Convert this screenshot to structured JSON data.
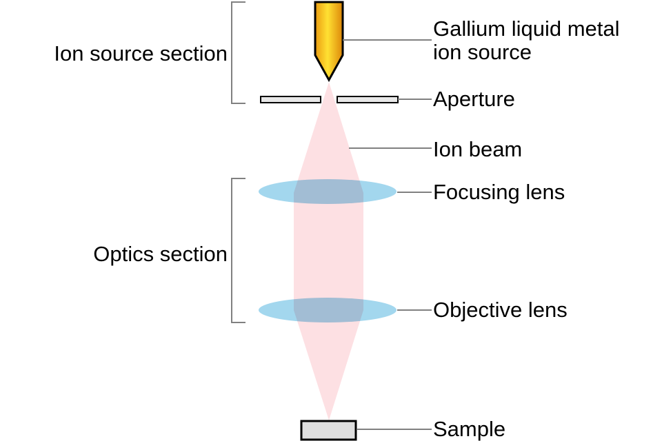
{
  "diagram": {
    "section_brackets": [
      {
        "label": "Ion source section"
      },
      {
        "label": "Optics section"
      }
    ],
    "components": {
      "ion_source": {
        "label_line1": "Gallium liquid metal",
        "label_line2": "ion source"
      },
      "aperture": {
        "label": "Aperture"
      },
      "ion_beam": {
        "label": "Ion beam"
      },
      "focusing_lens": {
        "label": "Focusing lens"
      },
      "objective_lens": {
        "label": "Objective lens"
      },
      "sample": {
        "label": "Sample"
      }
    },
    "colors": {
      "beam_pink": "#fde0e3",
      "lens_blue": "#a3d7ee",
      "emitter_gold_left": "#ea9a10",
      "emitter_gold_mid": "#ffe133",
      "emitter_gold_right": "#dd8709",
      "aperture_fill": "#e8e8e8",
      "sample_fill": "#dedede",
      "line_gray": "#808080",
      "outline_black": "#000000"
    }
  }
}
